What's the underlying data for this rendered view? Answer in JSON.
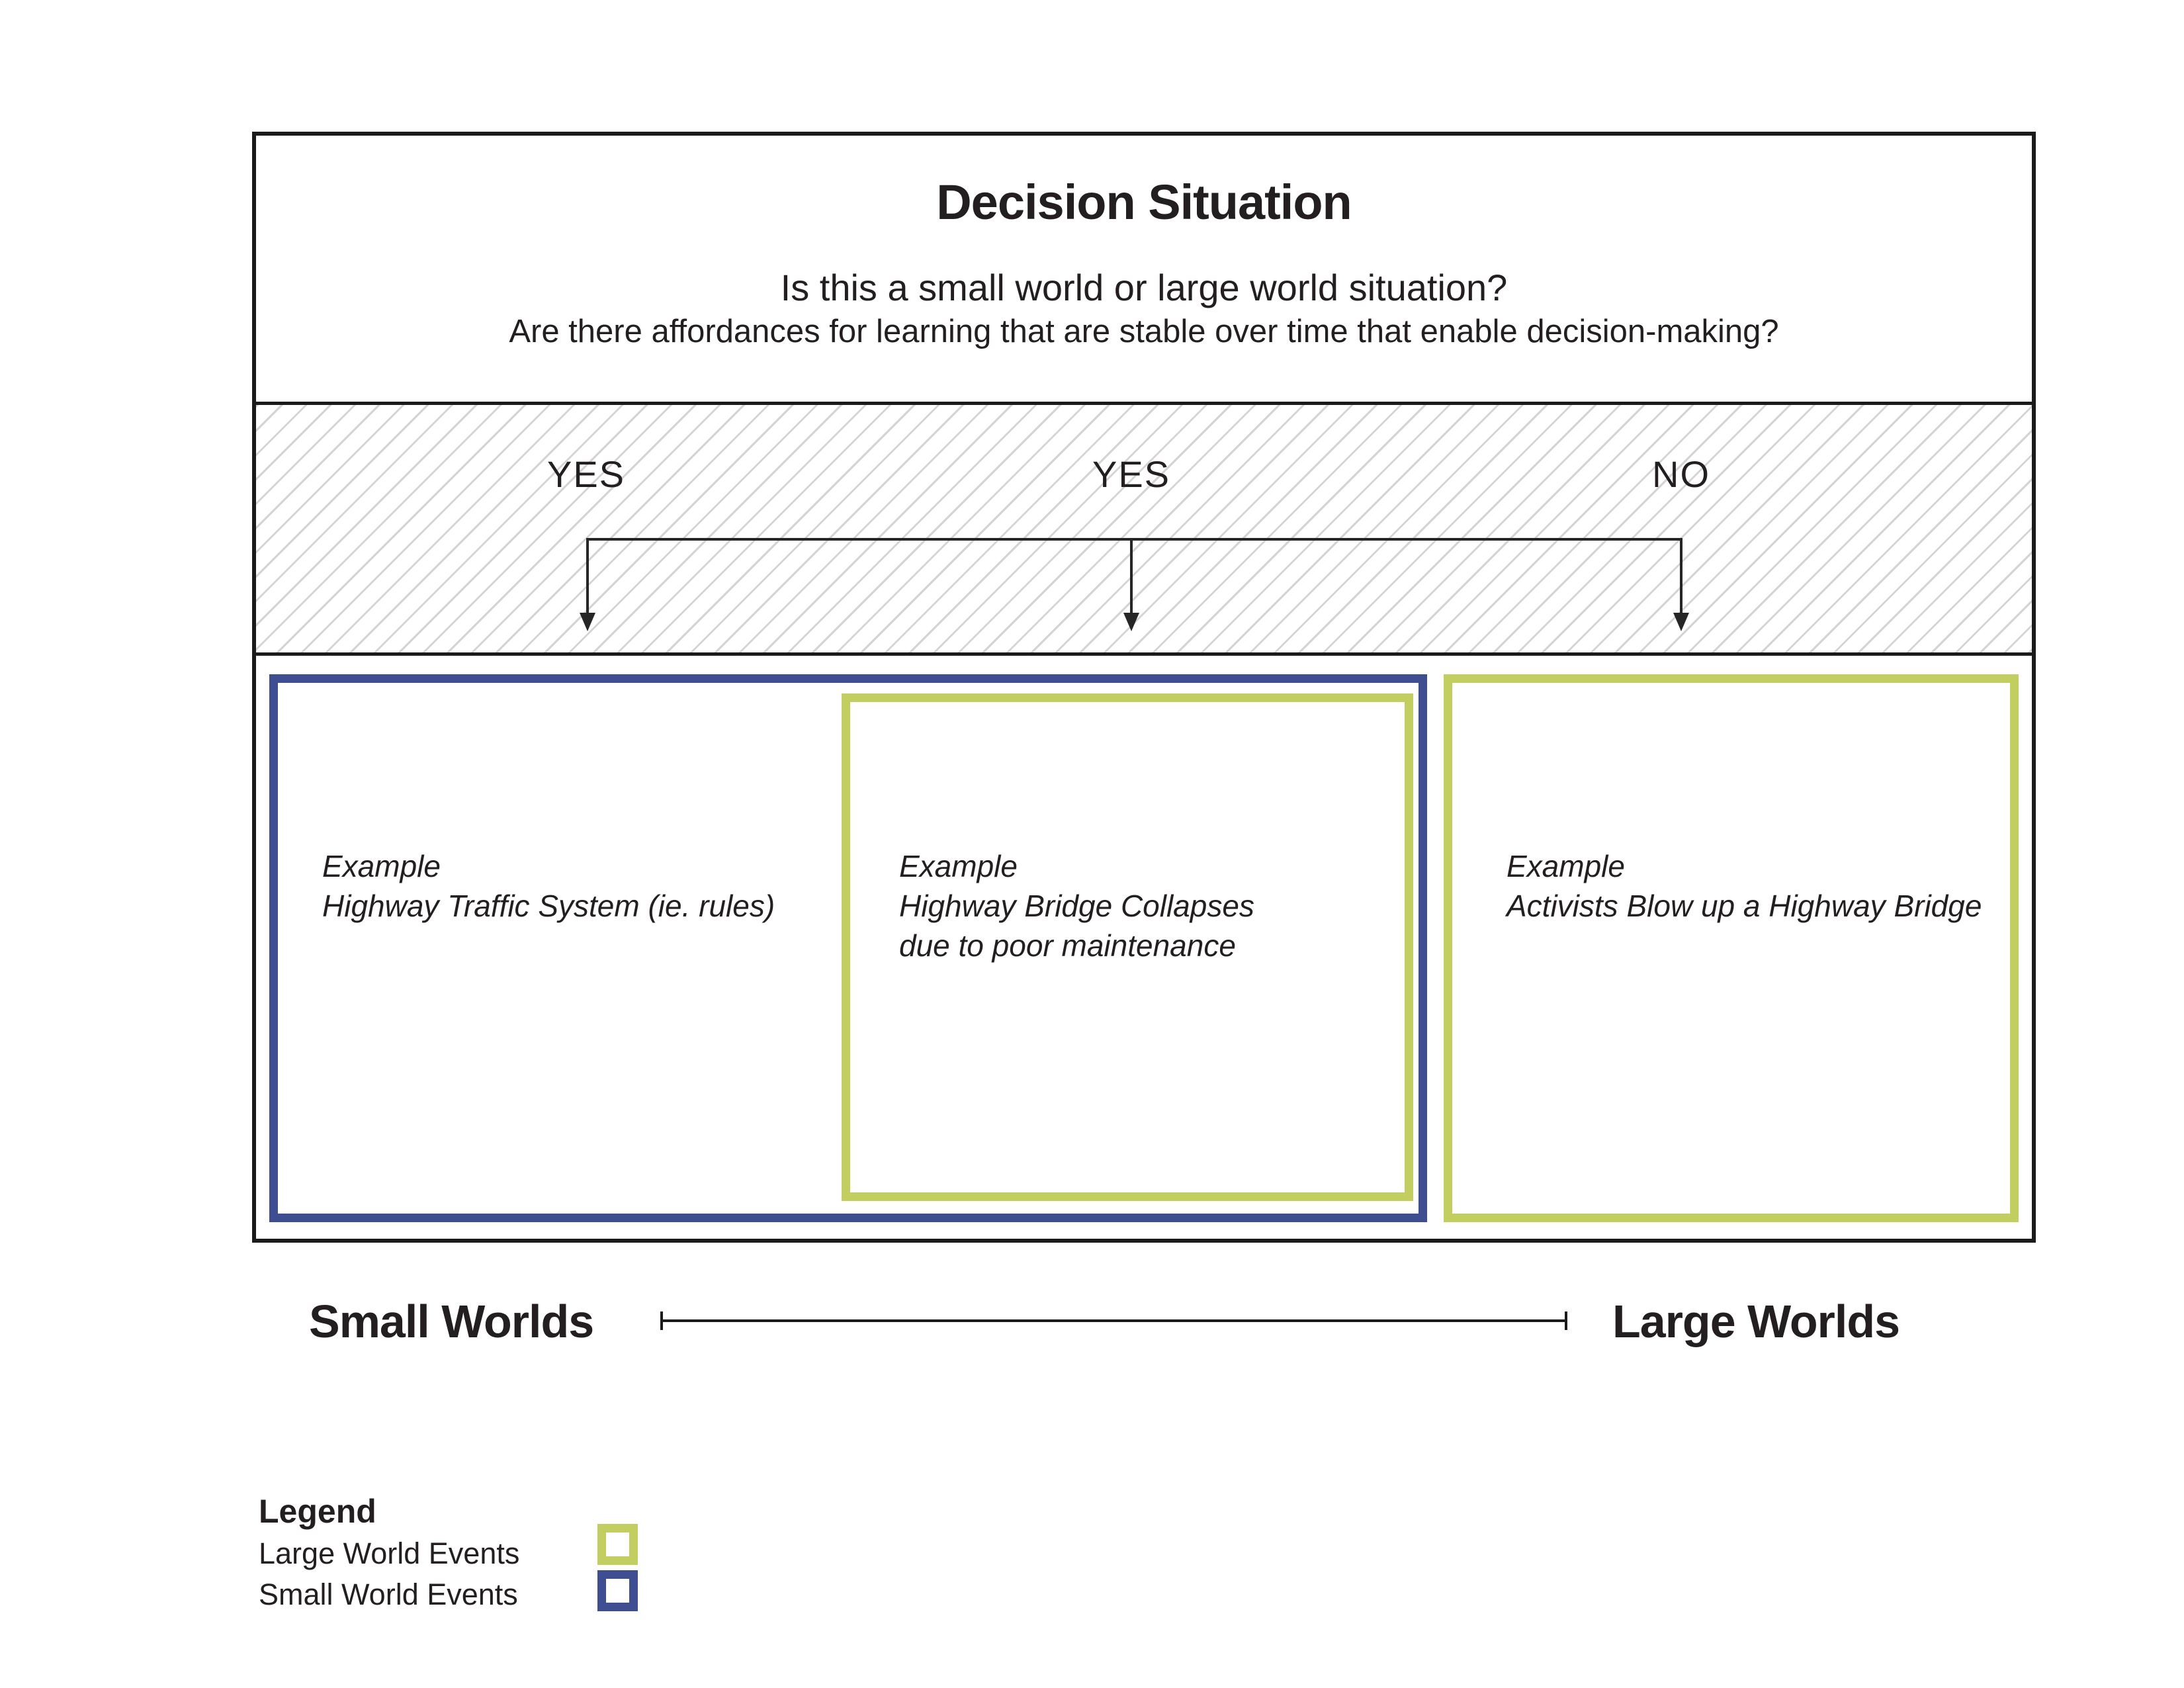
{
  "header": {
    "title": "Decision Situation",
    "question_primary": "Is this a small world or large world situation?",
    "question_secondary": "Are there affordances for learning that are stable over time that enable decision-making?"
  },
  "branches": [
    {
      "label": "YES"
    },
    {
      "label": "YES"
    },
    {
      "label": "NO"
    }
  ],
  "boxes": [
    {
      "kind": "small-world",
      "lines": [
        "Example",
        "Highway Traffic System (ie. rules)"
      ]
    },
    {
      "kind": "large-world",
      "lines": [
        "Example",
        "Highway Bridge Collapses",
        "due to poor maintenance"
      ]
    },
    {
      "kind": "large-world",
      "lines": [
        "Example",
        "Activists Blow up a Highway Bridge"
      ]
    }
  ],
  "axis": {
    "left_label": "Small Worlds",
    "right_label": "Large Worlds"
  },
  "legend": {
    "title": "Legend",
    "items": [
      {
        "label": "Large World Events",
        "color": "#c2ce60"
      },
      {
        "label": "Small World Events",
        "color": "#3e4e90"
      }
    ]
  },
  "colors": {
    "large_world_green": "#c2ce60",
    "small_world_blue": "#3e4e90",
    "ink": "#231f20",
    "frame_border": "#1b1b1b",
    "hatch_gray": "#d4d4d4"
  }
}
